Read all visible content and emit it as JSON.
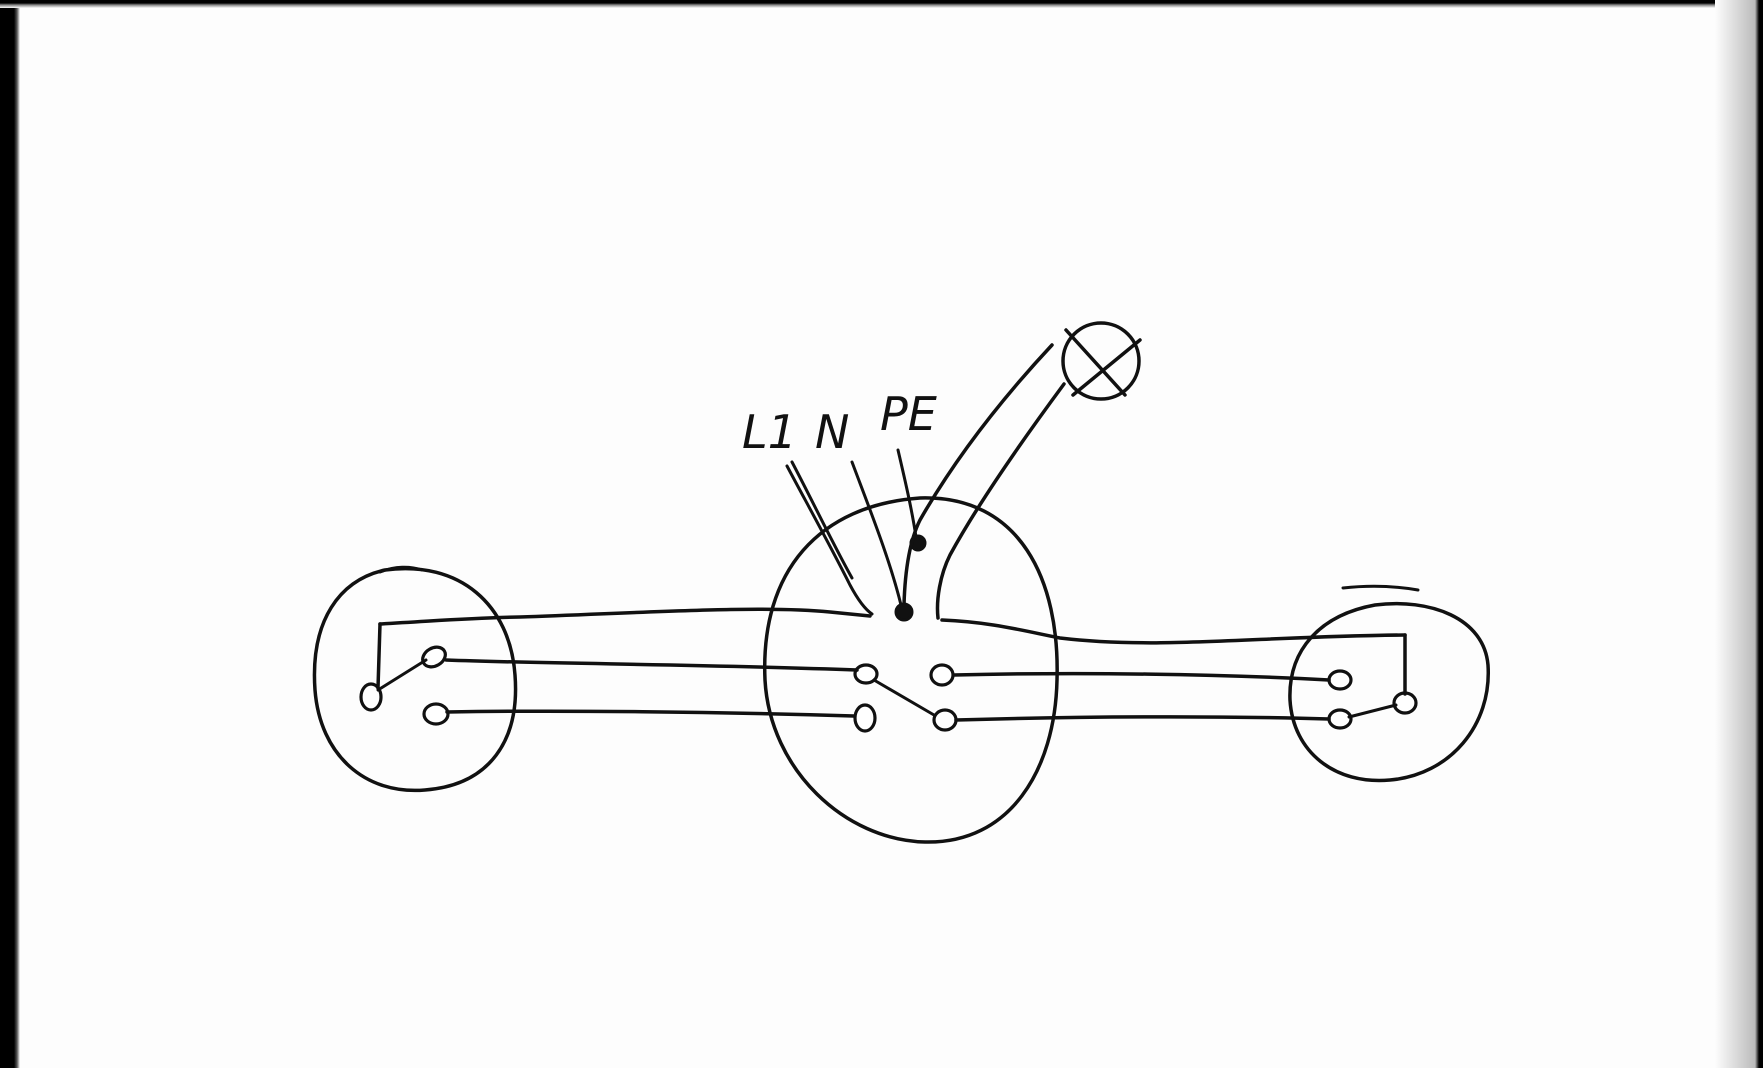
{
  "labels": {
    "l1": "L1",
    "n": "N",
    "pe": "PE"
  },
  "colors": {
    "ink": "#111111",
    "paper": "#fdfdfd"
  },
  "icons": {
    "lamp": "lamp-symbol-icon"
  }
}
